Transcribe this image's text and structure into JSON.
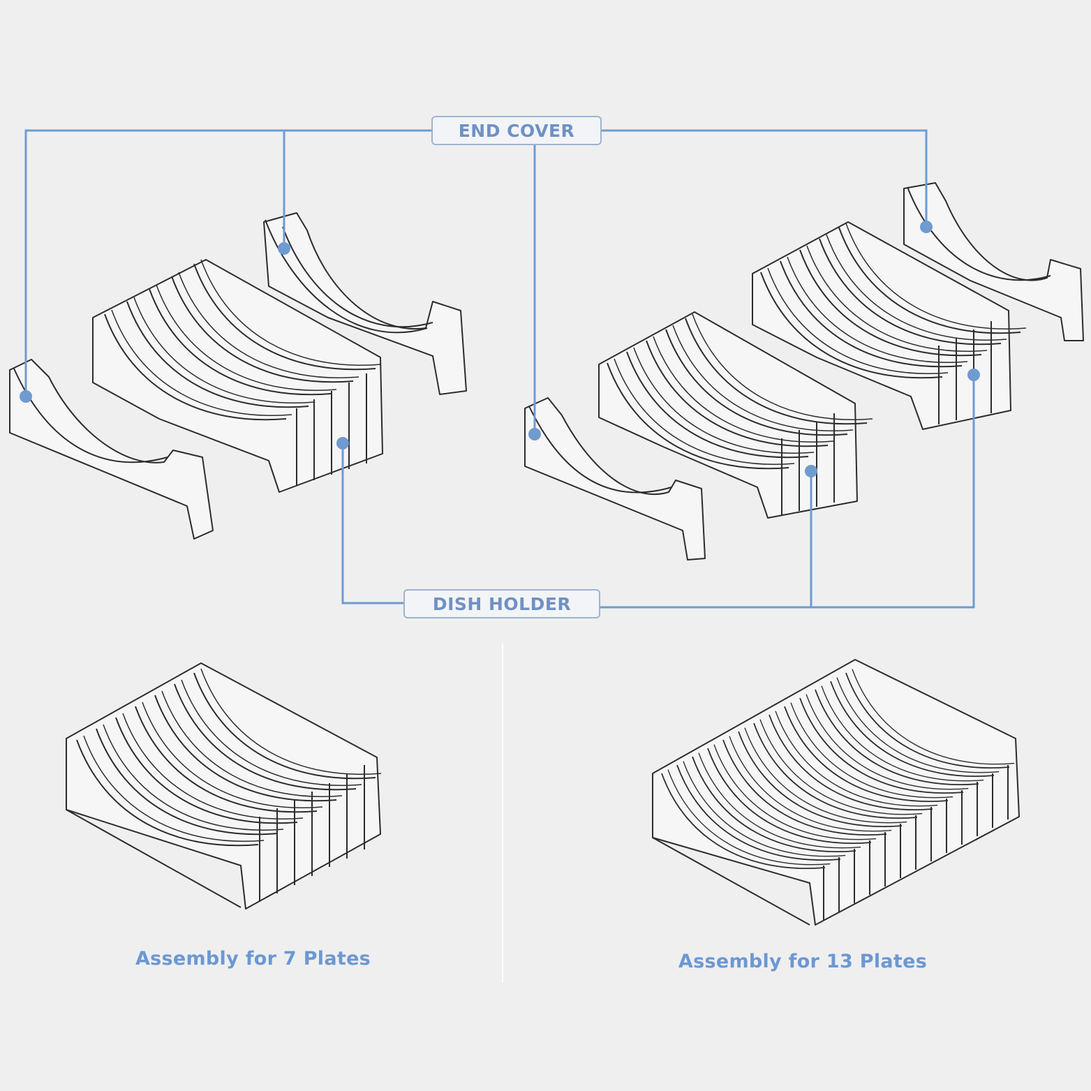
{
  "labels": {
    "end_cover": "END COVER",
    "dish_holder": "DISH HOLDER"
  },
  "captions": {
    "assembly_7": "Assembly for 7 Plates",
    "assembly_13": "Assembly for 13 Plates"
  },
  "colors": {
    "background": "#efeff0",
    "leader_line": "#6f9bd0",
    "label_text": "#6f91c3",
    "caption_text": "#6c98d3",
    "drawing_stroke": "#2c2c2c"
  }
}
